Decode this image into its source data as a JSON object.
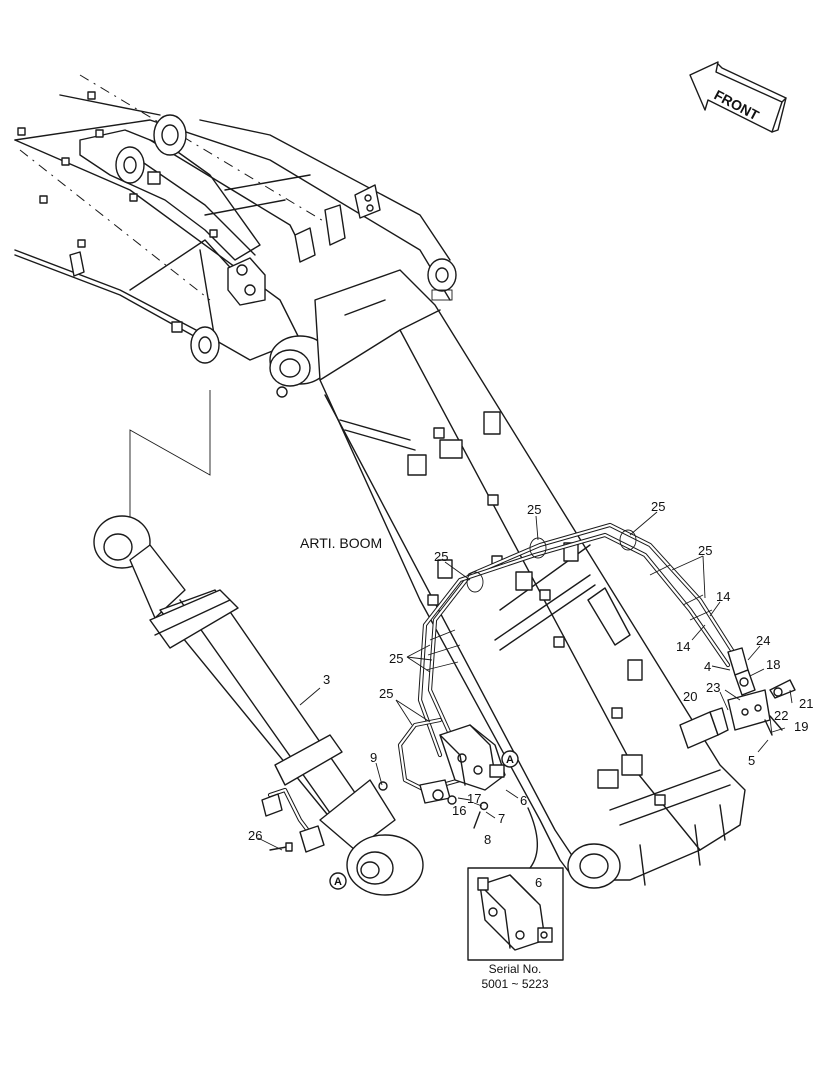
{
  "diagram": {
    "title": "ARTI. BOOM",
    "direction_marker": "FRONT",
    "detail_ref": "A",
    "detail_caption_line1": "Serial No.",
    "detail_caption_line2": "5001 ~ 5223",
    "part_numbers": {
      "p3": "3",
      "p4": "4",
      "p5": "5",
      "p6": "6",
      "p6_detail": "6",
      "p7": "7",
      "p8": "8",
      "p9": "9",
      "p14a": "14",
      "p14b": "14",
      "p16": "16",
      "p17": "17",
      "p18": "18",
      "p19": "19",
      "p20": "20",
      "p21": "21",
      "p22": "22",
      "p23": "23",
      "p24": "24",
      "p25a": "25",
      "p25b": "25",
      "p25c": "25",
      "p25d": "25",
      "p25e": "25",
      "p25f": "25",
      "p26": "26"
    }
  }
}
